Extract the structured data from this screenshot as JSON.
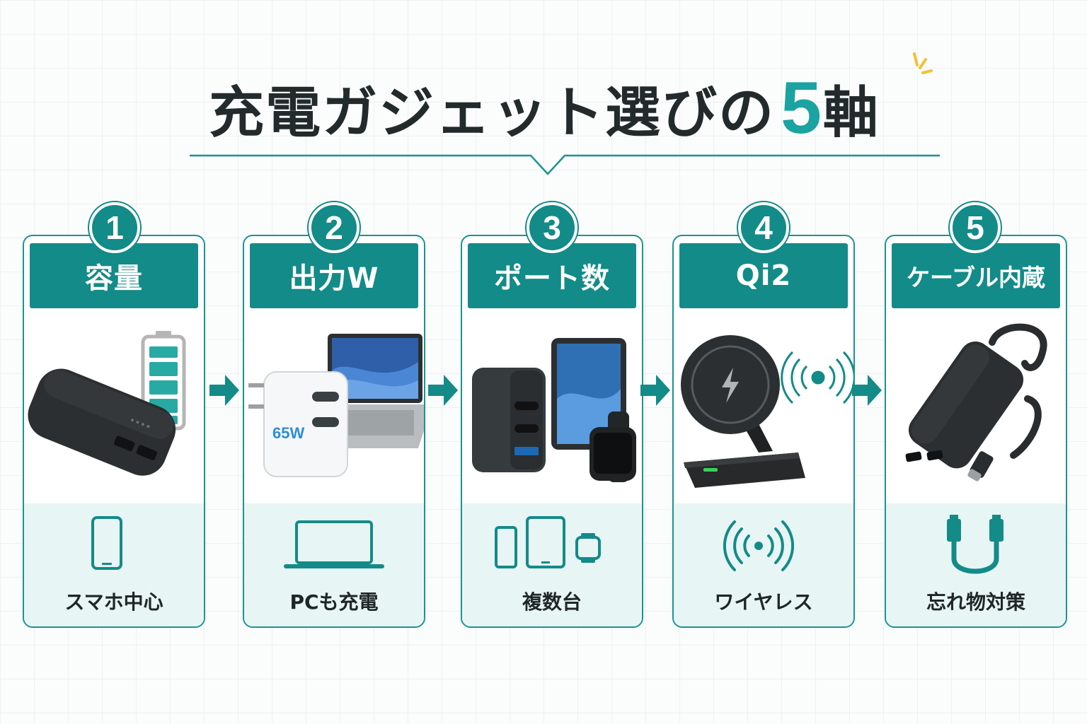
{
  "title": {
    "main": "充電ガジェット選びの",
    "number": "5",
    "suffix": "軸"
  },
  "cards": [
    {
      "number": "1",
      "header": "容量",
      "label": "スマホ中心",
      "icon": "smartphone-icon"
    },
    {
      "number": "2",
      "header": "出力W",
      "label": "PCも充電",
      "icon": "laptop-icon",
      "charger_text": "65W"
    },
    {
      "number": "3",
      "header": "ポート数",
      "label": "複数台",
      "icon": "multi-device-icon"
    },
    {
      "number": "4",
      "header": "Qi2",
      "label": "ワイヤレス",
      "icon": "wireless-icon"
    },
    {
      "number": "5",
      "header": "ケーブル内蔵",
      "label": "忘れ物対策",
      "icon": "cable-icon"
    }
  ],
  "colors": {
    "accent": "#138b88",
    "title_number": "#1aa3a0",
    "text": "#222a2c",
    "foot_bg": "#e8f5f5"
  }
}
